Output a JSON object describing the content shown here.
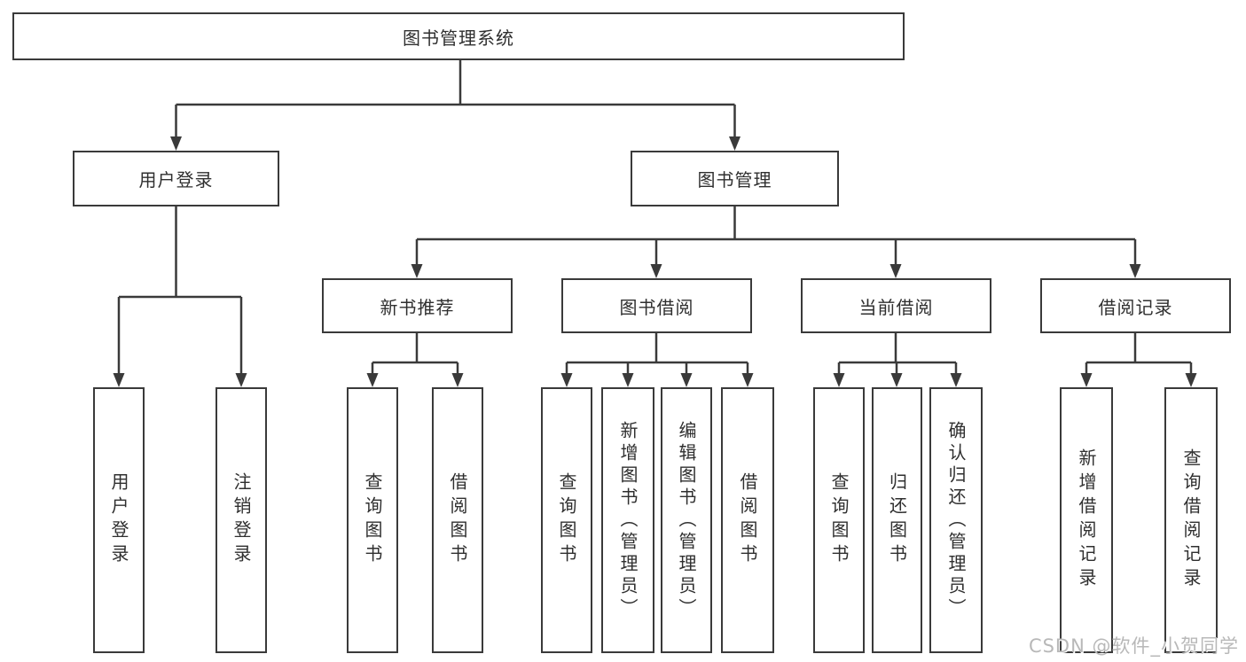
{
  "tree": {
    "root": {
      "label": "图书管理系统"
    },
    "level2": [
      {
        "label": "用户登录"
      },
      {
        "label": "图书管理"
      }
    ],
    "level3": [
      {
        "label": "新书推荐"
      },
      {
        "label": "图书借阅"
      },
      {
        "label": "当前借阅"
      },
      {
        "label": "借阅记录"
      }
    ],
    "leaves": {
      "user_login": [
        "用户登录",
        "注销登录"
      ],
      "new_book_recommend": [
        "查询图书",
        "借阅图书"
      ],
      "book_borrow": [
        "查询图书",
        "新增图书（管理员）",
        "编辑图书（管理员）",
        "借阅图书"
      ],
      "current_borrow": [
        "查询图书",
        "归还图书",
        "确认归还（管理员）"
      ],
      "borrow_records": [
        "新增借阅记录",
        "查询借阅记录"
      ]
    }
  },
  "watermark": "CSDN @软件_小贺同学",
  "colors": {
    "line": "#3a3a3a",
    "text": "#2f2f2f",
    "watermark": "#b8b8b8",
    "background": "#ffffff"
  }
}
